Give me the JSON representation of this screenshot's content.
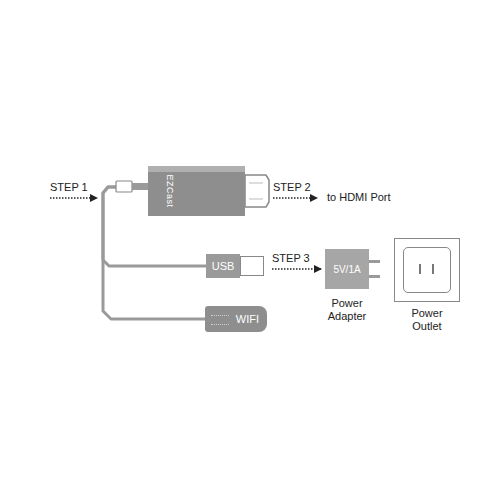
{
  "diagram": {
    "nodes": [
      {
        "text": [
          "EZCast"
        ]
      },
      {
        "text": [
          "USB"
        ]
      },
      {
        "text": [
          "WIFI"
        ]
      },
      {
        "text": [
          "5V/1A",
          "Power Adapter"
        ]
      },
      {
        "text": [
          "Power Outlet"
        ]
      }
    ],
    "edges": [
      {
        "from": 0,
        "to": 1,
        "arrow": "none"
      },
      {
        "from": 0,
        "to": 2,
        "arrow": "none"
      },
      {
        "from": 1,
        "to": 3,
        "label": "STEP 3",
        "arrow": "to"
      }
    ],
    "labels": [
      "STEP 1",
      "STEP 2",
      "to HDMI Port"
    ]
  }
}
